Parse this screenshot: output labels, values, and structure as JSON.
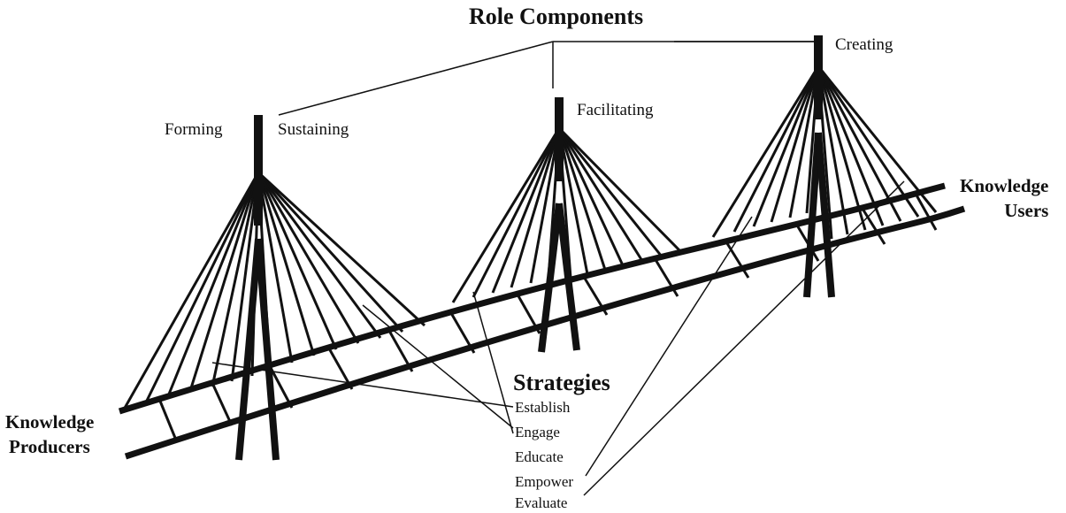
{
  "title": "Role Components",
  "role_components": {
    "forming": "Forming",
    "sustaining": "Sustaining",
    "facilitating": "Facilitating",
    "creating": "Creating"
  },
  "ends": {
    "producers": [
      "Knowledge",
      "Producers"
    ],
    "users": [
      "Knowledge",
      "Users"
    ]
  },
  "strategies": {
    "heading": "Strategies",
    "items": [
      "Establish",
      "Engage",
      "Educate",
      "Empower",
      "Evaluate"
    ]
  },
  "colors": {
    "ink": "#111111",
    "background": "#ffffff"
  }
}
